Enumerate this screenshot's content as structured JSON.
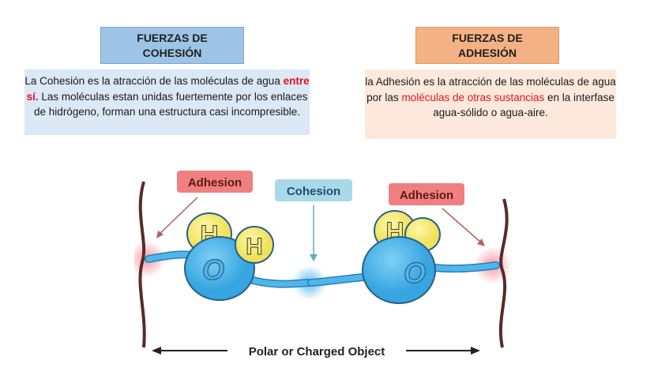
{
  "cohesion": {
    "title_line1": "FUERZAS DE",
    "title_line2": "COHESIÓN",
    "desc_part1": "La Cohesión es la atracción de las moléculas de agua ",
    "desc_highlight": "entre sí.",
    "desc_part2": " Las moléculas estan unidas fuertemente por los enlaces de hidrógeno, forman una estructura casi incompresible."
  },
  "adhesion": {
    "title_line1": "FUERZAS DE",
    "title_line2": "ADHESIÓN",
    "desc_part1": "la Adhesión es la atracción de las moléculas de agua por ",
    "desc_bold": "las ",
    "desc_highlight": "moléculas de otras sustancias",
    "desc_part2": " en la interfase agua-sólido o agua-aire."
  },
  "diagram": {
    "label_adhesion_left": "Adhesion",
    "label_cohesion": "Cohesion",
    "label_adhesion_right": "Adhesion",
    "atom_h": "H",
    "atom_o": "O",
    "bottom_label": "Polar or Charged Object",
    "colors": {
      "adhesion_label": "#f08080",
      "cohesion_label": "#a9d8e8",
      "oxygen": "#4fb6ea",
      "hydrogen": "#f5ec7a",
      "glow": "#f4a6ad"
    }
  }
}
